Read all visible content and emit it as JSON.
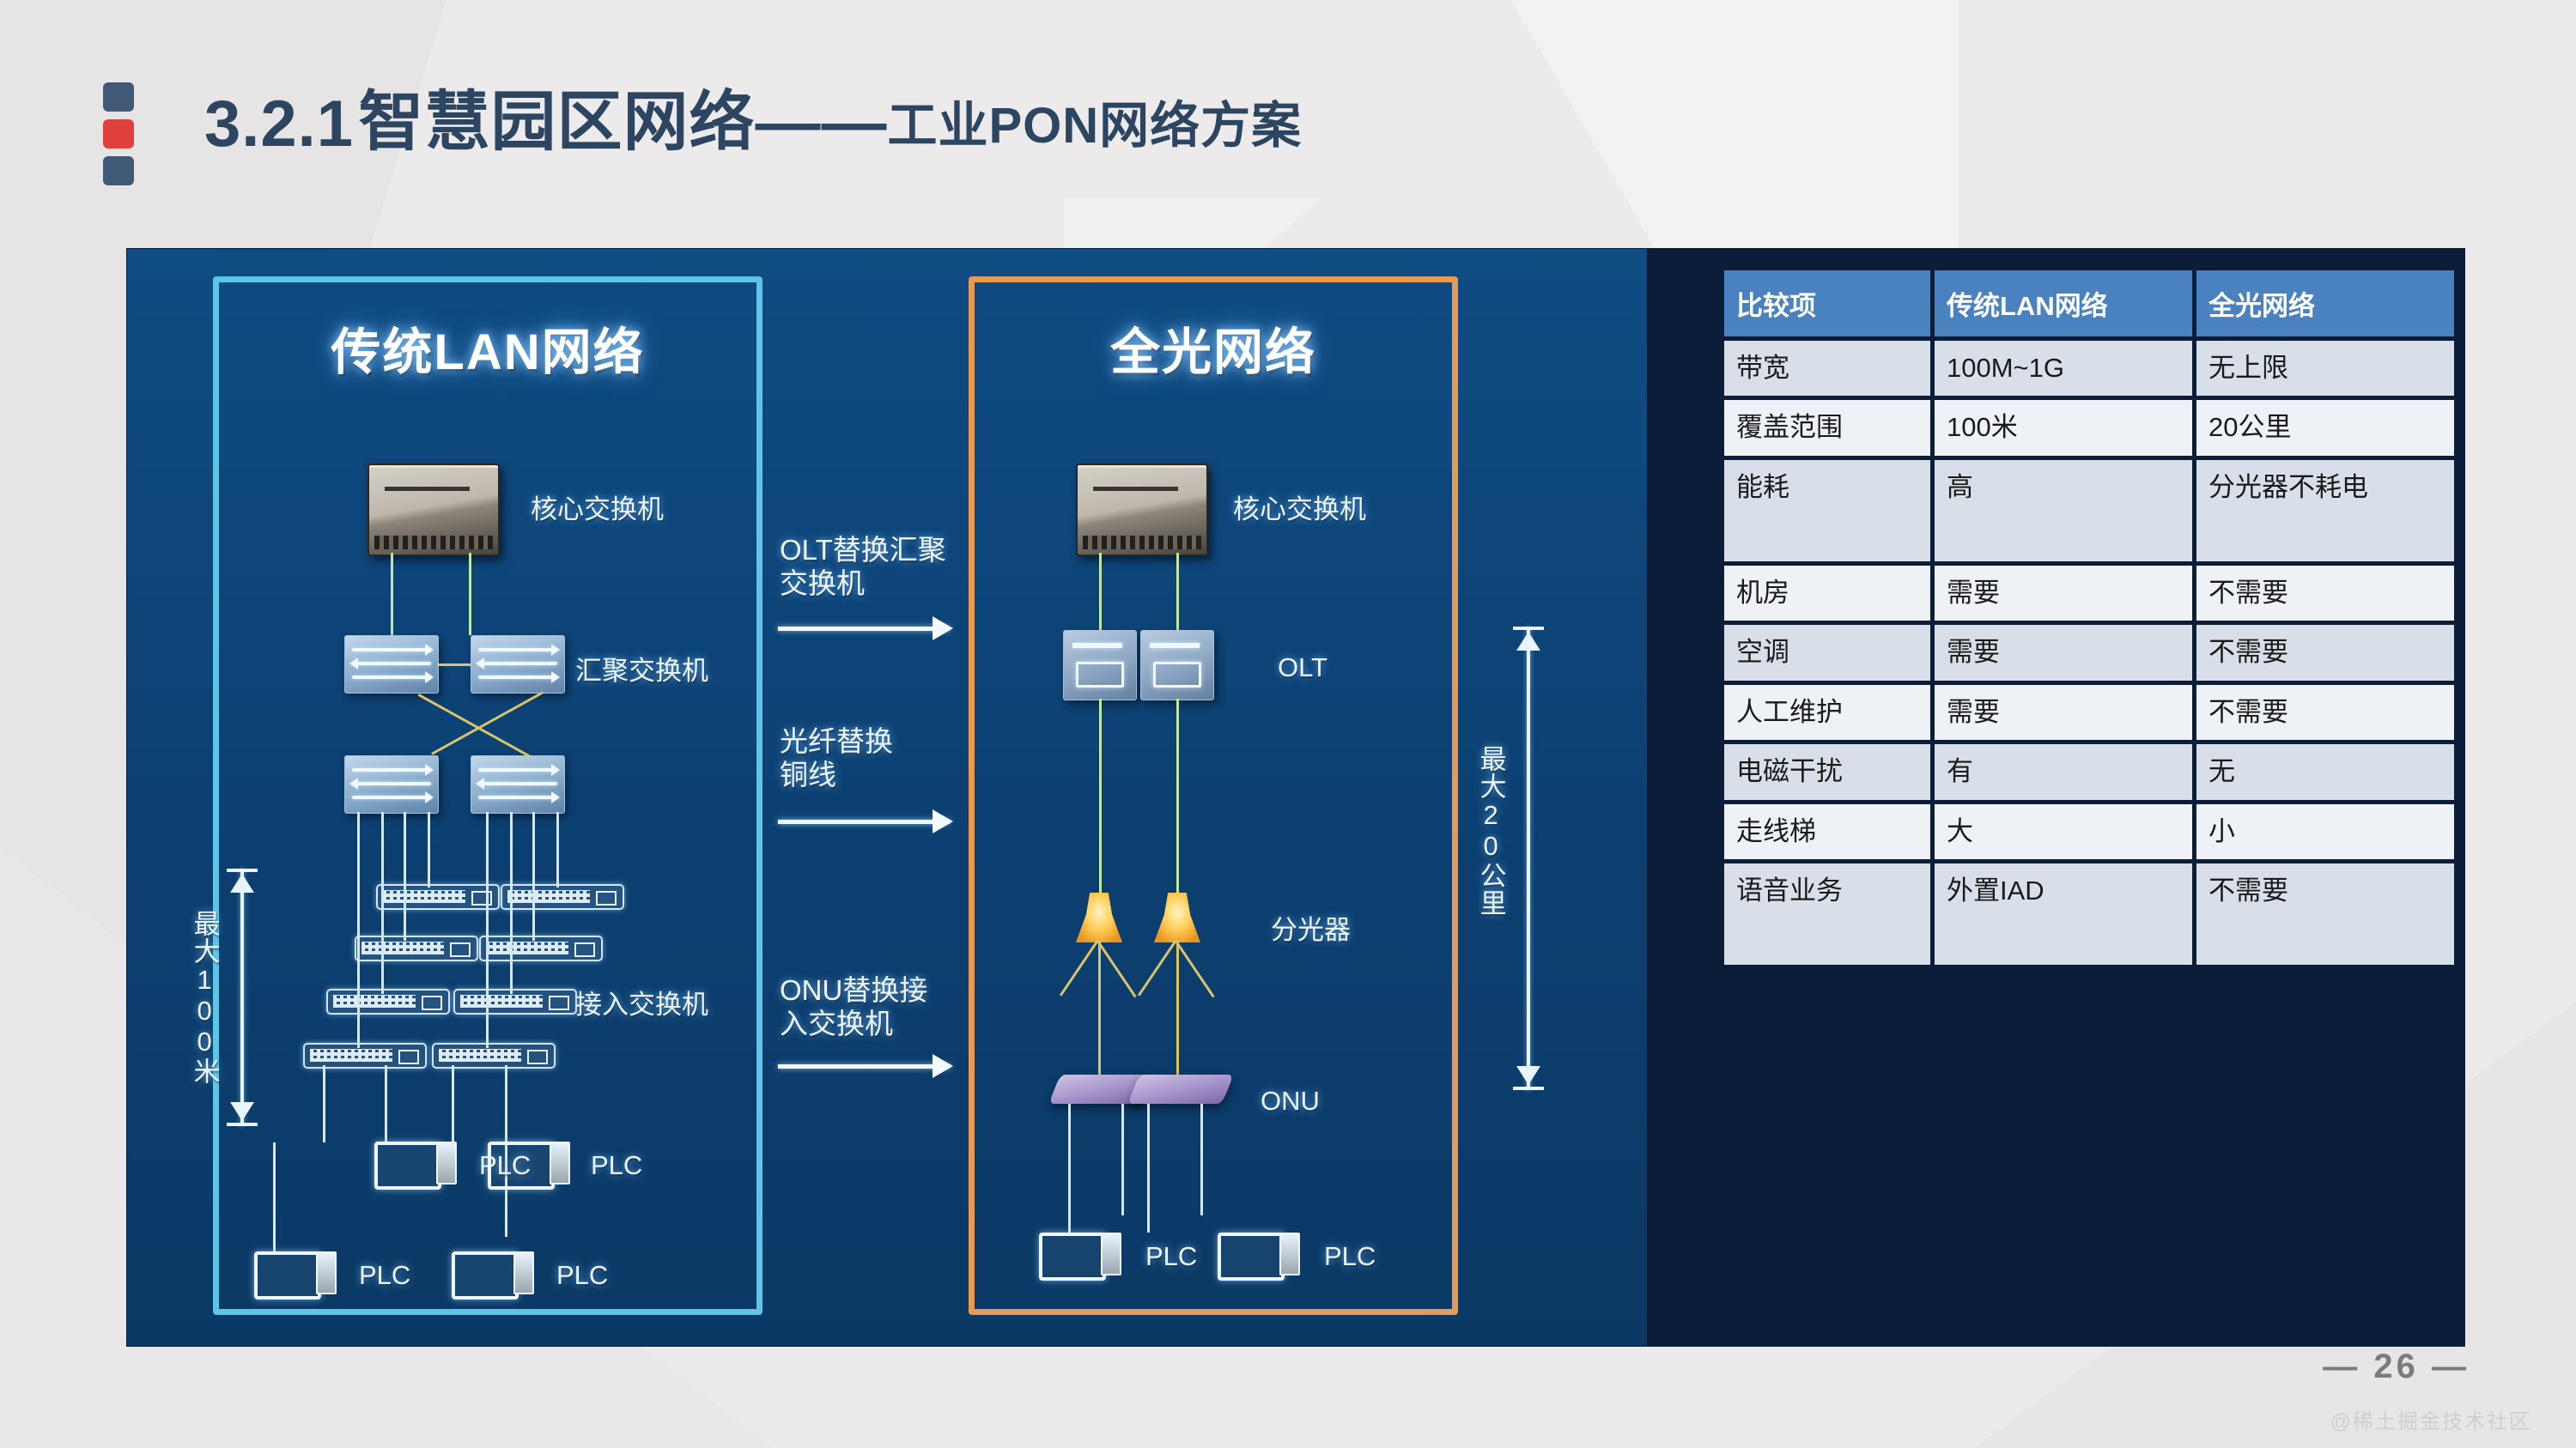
{
  "slide": {
    "title_number": "3.2.1",
    "title_main": "智慧园区网络——",
    "title_sub": "工业PON网络方案",
    "page_number": "— 26 —",
    "watermark": "@稀土掘金技术社区",
    "accent_blue": "#3f5977",
    "accent_red": "#e0403c",
    "panel_bg": "#0b1d38",
    "diagram_bg": "#0e4a80"
  },
  "diagram": {
    "lan_panel": {
      "heading": "传统LAN网络",
      "border_color": "#5dc6e8",
      "labels": {
        "core_switch": "核心交换机",
        "agg_switch": "汇聚交换机",
        "access_switch": "接入交换机",
        "plc_1": "PLC",
        "plc_2": "PLC",
        "plc_3": "PLC",
        "plc_4": "PLC",
        "distance": "最大100米"
      }
    },
    "optical_panel": {
      "heading": "全光网络",
      "border_color": "#e79a55",
      "labels": {
        "core_switch": "核心交换机",
        "olt": "OLT",
        "splitter": "分光器",
        "onu": "ONU",
        "plc_1": "PLC",
        "plc_2": "PLC",
        "distance": "最大20公里"
      }
    },
    "migration_arrows": [
      {
        "label": "OLT替换汇聚交换机"
      },
      {
        "label": "光纤替换铜线"
      },
      {
        "label": "ONU替换接入交换机"
      }
    ]
  },
  "comparison_table": {
    "header_bg": "#4a82c0",
    "headers": [
      "比较项",
      "传统LAN网络",
      "全光网络"
    ],
    "rows": [
      {
        "item": "带宽",
        "lan": "100M~1G",
        "optical": "无上限"
      },
      {
        "item": "覆盖范围",
        "lan": "100米",
        "optical": "20公里"
      },
      {
        "item": "能耗",
        "lan": "高",
        "optical": "分光器不耗电"
      },
      {
        "item": "机房",
        "lan": "需要",
        "optical": "不需要"
      },
      {
        "item": "空调",
        "lan": "需要",
        "optical": "不需要"
      },
      {
        "item": "人工维护",
        "lan": "需要",
        "optical": "不需要"
      },
      {
        "item": "电磁干扰",
        "lan": "有",
        "optical": "无"
      },
      {
        "item": "走线梯",
        "lan": "大",
        "optical": "小"
      },
      {
        "item": "语音业务",
        "lan": "外置IAD",
        "optical": "不需要"
      }
    ]
  }
}
